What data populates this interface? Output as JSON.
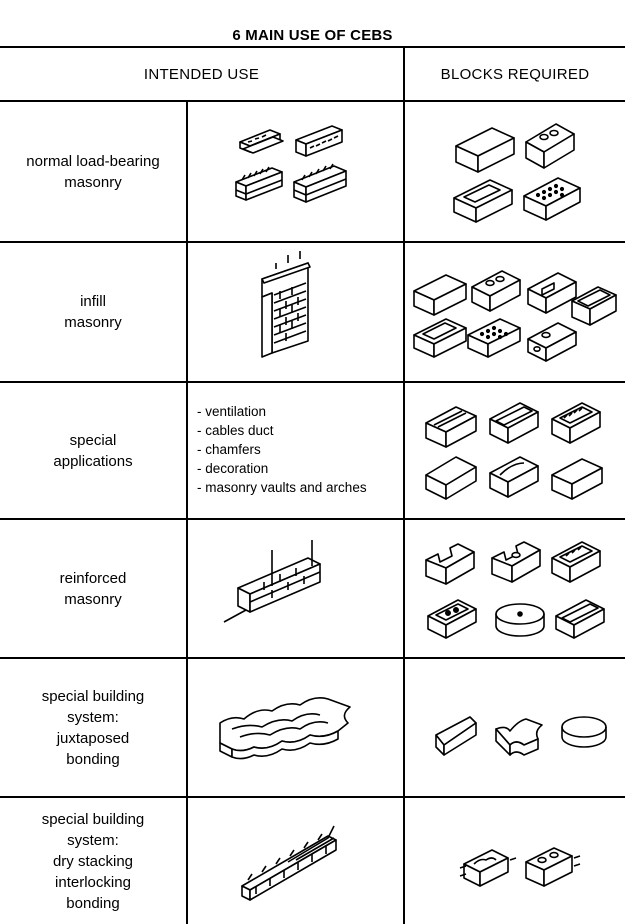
{
  "table": {
    "title": "6 MAIN USE OF CEBS",
    "headers": {
      "intended_use": "INTENDED USE",
      "blocks_required": "BLOCKS REQUIRED"
    },
    "rows": [
      {
        "use": [
          "normal load-bearing",
          "masonry"
        ]
      },
      {
        "use": [
          "infill",
          "masonry"
        ]
      },
      {
        "use": [
          "special",
          "applications"
        ],
        "details": [
          "- ventilation",
          "- cables duct",
          "- chamfers",
          "- decoration",
          "- masonry vaults and arches"
        ]
      },
      {
        "use": [
          "reinforced",
          "masonry"
        ]
      },
      {
        "use": [
          "special building",
          "system:",
          "juxtaposed",
          "bonding"
        ]
      },
      {
        "use": [
          "special building",
          "system:",
          "dry stacking",
          "interlocking",
          "bonding"
        ]
      }
    ]
  }
}
